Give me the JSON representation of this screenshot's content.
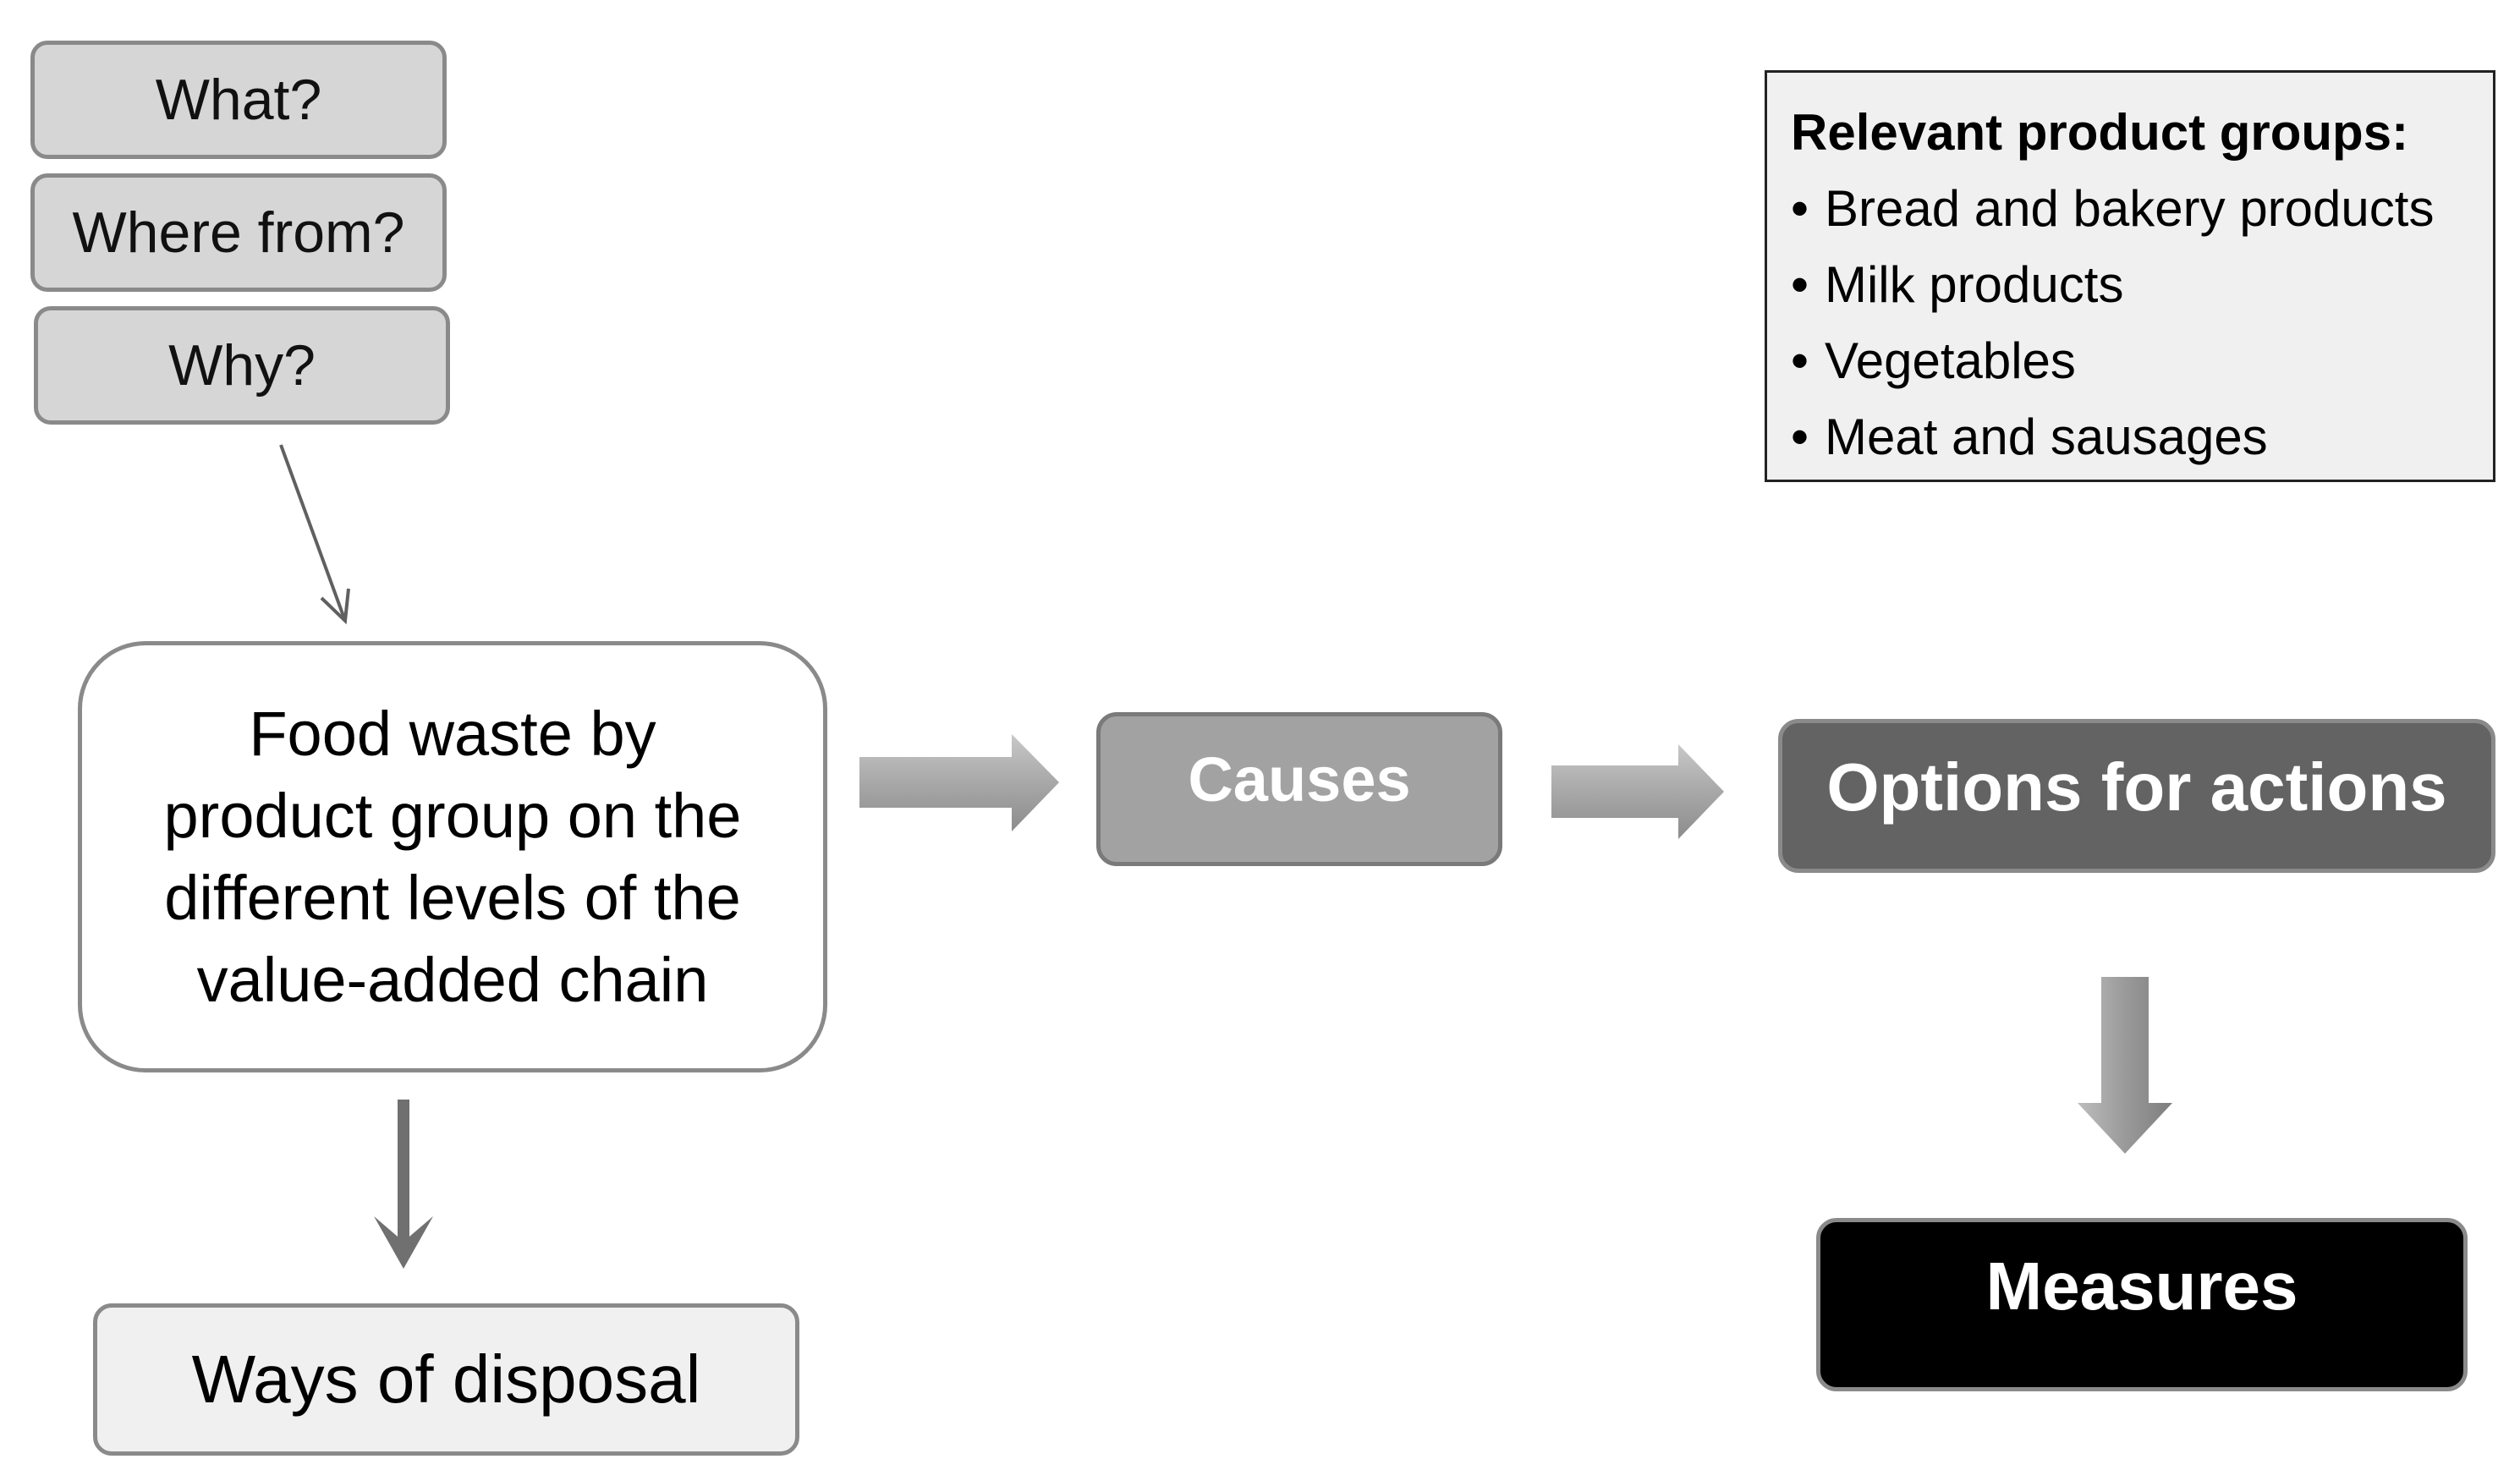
{
  "questions": {
    "what": "What?",
    "where_from": "Where from?",
    "why": "Why?"
  },
  "central": {
    "line1": "Food waste by",
    "line2": "product group on the",
    "line3": "different levels of the",
    "line4": "value-added chain"
  },
  "disposal": "Ways of disposal",
  "causes": "Causes",
  "options": "Options for actions",
  "measures": "Measures",
  "product_groups": {
    "title": "Relevant product groups:",
    "bullet": "•",
    "items": [
      "Bread and bakery products",
      "Milk products",
      "Vegetables",
      "Meat and sausages"
    ]
  },
  "colors": {
    "question_fill": "#d6d6d6",
    "causes_fill": "#a2a2a2",
    "options_fill": "#636363",
    "measures_fill": "#000000",
    "border": "#8a8a8a"
  }
}
